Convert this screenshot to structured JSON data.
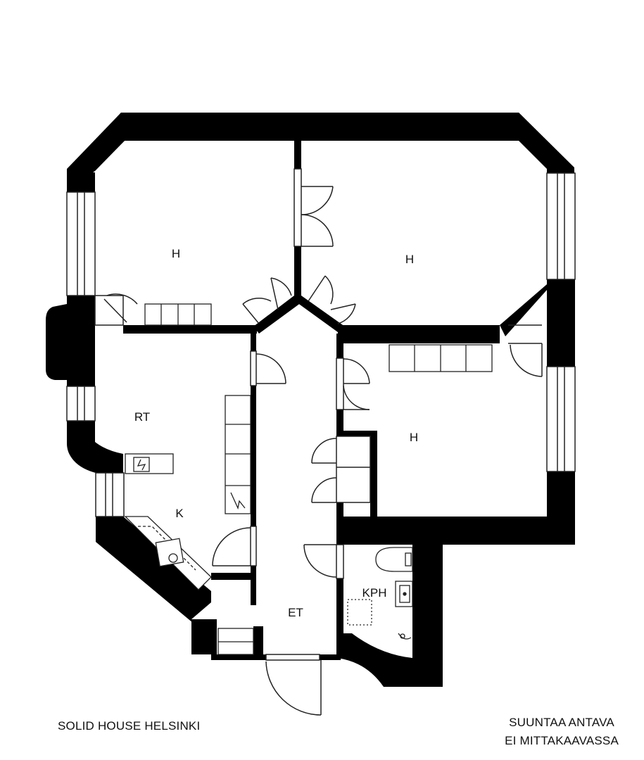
{
  "rooms": {
    "bedroom_1": "H",
    "bedroom_2": "H",
    "bedroom_3": "H",
    "living_room": "RT",
    "kitchen": "K",
    "hallway": "ET",
    "bathroom": "KPH"
  },
  "footer": {
    "brand": "SOLID HOUSE HELSINKI",
    "disclaimer_line1": "SUUNTAA ANTAVA",
    "disclaimer_line2": "EI MITTAKAAVASSA"
  },
  "colors": {
    "wall": "#000000",
    "line": "#222222",
    "background": "#ffffff"
  }
}
